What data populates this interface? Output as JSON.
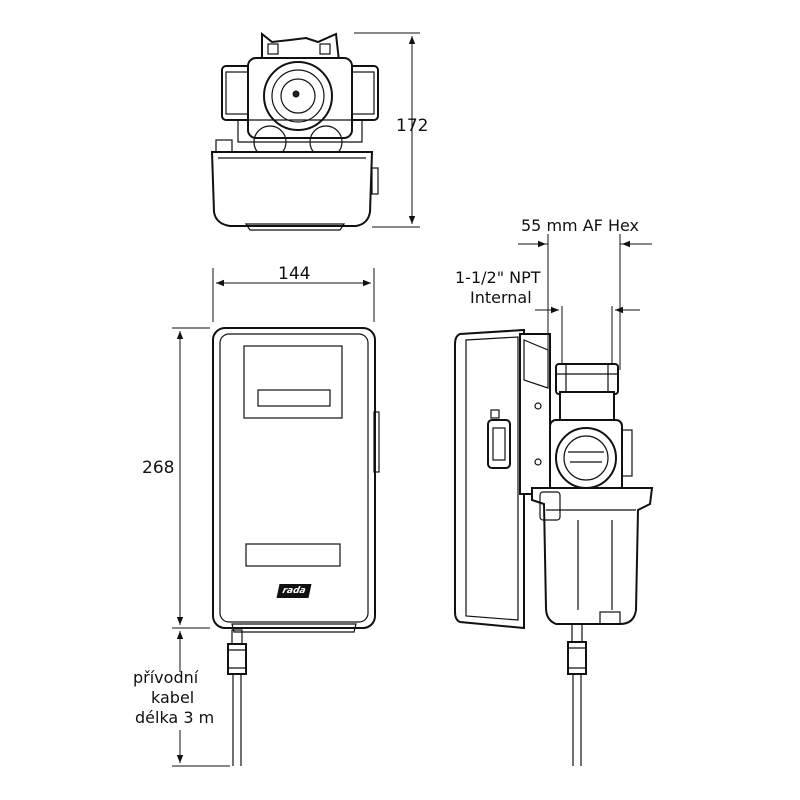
{
  "dimensions": {
    "height_top": "172",
    "width_front": "144",
    "height_front": "268",
    "hex_size": "55 mm AF Hex",
    "thread_line1": "1-1/2\" NPT",
    "thread_line2": "Internal"
  },
  "cable_note": {
    "line1": "přívodní",
    "line2": "kabel",
    "line3": "délka 3 m"
  },
  "brand_logo": "rada",
  "colors": {
    "line": "#111111",
    "background": "#ffffff",
    "shade": "#e6e6e6"
  }
}
